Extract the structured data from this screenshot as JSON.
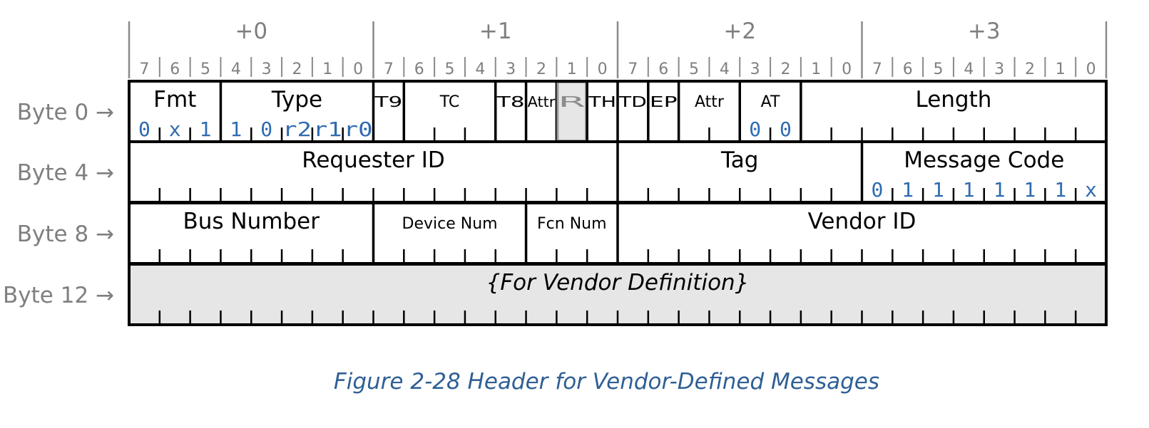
{
  "byte_offsets": [
    "+0",
    "+1",
    "+2",
    "+3"
  ],
  "bit_numbers": [
    "7",
    "6",
    "5",
    "4",
    "3",
    "2",
    "1",
    "0"
  ],
  "row_labels": [
    "Byte 0 →",
    "Byte 4 →",
    "Byte 8 →",
    "Byte 12 →"
  ],
  "rows": [
    [
      {
        "name": "fmt",
        "label": "Fmt",
        "start": 0,
        "end": 3,
        "bits": [
          "0",
          "x",
          "1"
        ]
      },
      {
        "name": "type",
        "label": "Type",
        "start": 3,
        "end": 8,
        "bits": [
          "1",
          "0",
          "r2",
          "r1",
          "r0"
        ]
      },
      {
        "name": "t9",
        "label": "T9",
        "start": 8,
        "end": 9,
        "small": true
      },
      {
        "name": "tc",
        "label": "TC",
        "start": 9,
        "end": 12,
        "small": true
      },
      {
        "name": "t8",
        "label": "T8",
        "start": 12,
        "end": 13,
        "small": true
      },
      {
        "name": "attr-1",
        "label": "Attr",
        "start": 13,
        "end": 14,
        "small": true
      },
      {
        "name": "reserved",
        "label": "R",
        "start": 14,
        "end": 15,
        "small": true,
        "reserved": true
      },
      {
        "name": "th",
        "label": "TH",
        "start": 15,
        "end": 16,
        "small": true
      },
      {
        "name": "td",
        "label": "TD",
        "start": 16,
        "end": 17,
        "small": true
      },
      {
        "name": "ep",
        "label": "EP",
        "start": 17,
        "end": 18,
        "small": true
      },
      {
        "name": "attr-2",
        "label": "Attr",
        "start": 18,
        "end": 20,
        "small": true
      },
      {
        "name": "at",
        "label": "AT",
        "start": 20,
        "end": 22,
        "small": true,
        "bits": [
          "0",
          "0"
        ]
      },
      {
        "name": "length",
        "label": "Length",
        "start": 22,
        "end": 32
      }
    ],
    [
      {
        "name": "requester-id",
        "label": "Requester ID",
        "start": 0,
        "end": 16
      },
      {
        "name": "tag",
        "label": "Tag",
        "start": 16,
        "end": 24
      },
      {
        "name": "message-code",
        "label": "Message Code",
        "start": 24,
        "end": 32,
        "bits": [
          "0",
          "1",
          "1",
          "1",
          "1",
          "1",
          "1",
          "x"
        ]
      }
    ],
    [
      {
        "name": "bus-number",
        "label": "Bus Number",
        "start": 0,
        "end": 8
      },
      {
        "name": "device-num",
        "label": "Device Num",
        "start": 8,
        "end": 13,
        "small": true
      },
      {
        "name": "fcn-num",
        "label": "Fcn Num",
        "start": 13,
        "end": 16,
        "small": true
      },
      {
        "name": "vendor-id",
        "label": "Vendor ID",
        "start": 16,
        "end": 32
      }
    ],
    [
      {
        "name": "for-vendor-definition",
        "label": "{For Vendor Definition}",
        "start": 0,
        "end": 32,
        "italic": true,
        "shaded": true
      }
    ]
  ],
  "colors": {
    "line": "#000000",
    "header_text": "#7f7f7f",
    "bit_value": "#2f6bb0",
    "reserved_fill": "#e6e6e6",
    "reserved_text": "#8c8c8c",
    "reserved_border": "#999999",
    "caption": "#2f5f95"
  },
  "caption": "Figure  2-28  Header for Vendor-Defined Messages"
}
